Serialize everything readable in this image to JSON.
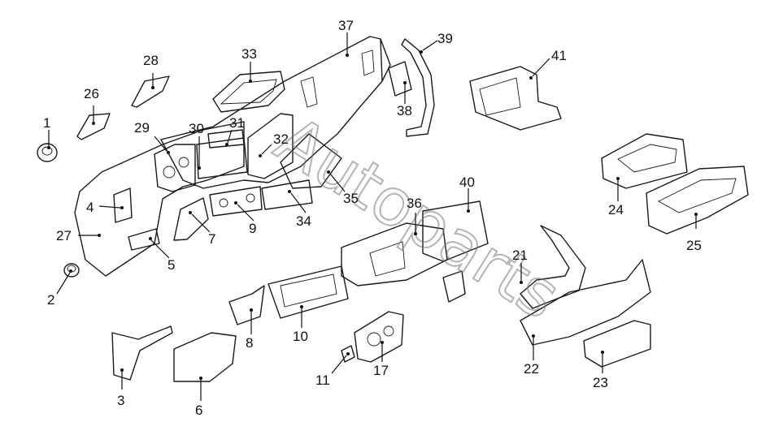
{
  "diagram": {
    "labels": [
      "1",
      "2",
      "3",
      "4",
      "5",
      "6",
      "7",
      "8",
      "9",
      "10",
      "11",
      "17",
      "21",
      "22",
      "23",
      "24",
      "25",
      "26",
      "27",
      "28",
      "29",
      "30",
      "31",
      "32",
      "33",
      "34",
      "35",
      "36",
      "37",
      "38",
      "39",
      "40",
      "41"
    ],
    "watermark": "Autoparts"
  }
}
